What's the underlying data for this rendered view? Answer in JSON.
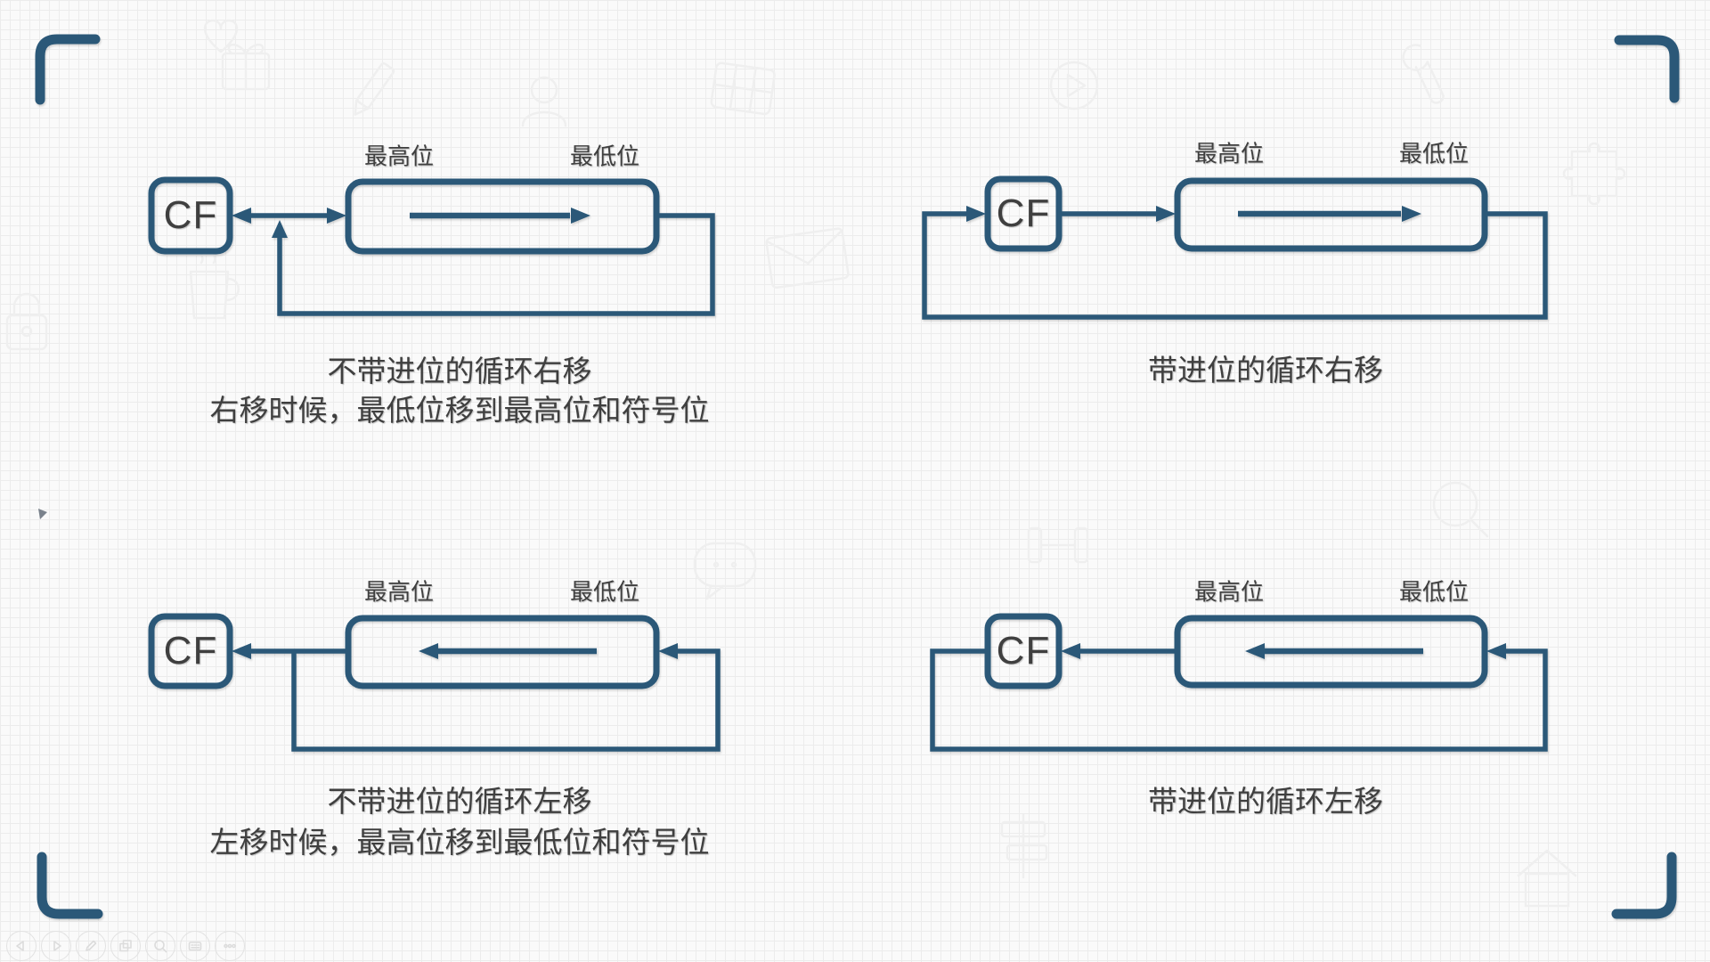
{
  "slide": {
    "diagrams": [
      {
        "name": "rotate-right-without-carry",
        "cf_label": "CF",
        "high_bit_label": "最高位",
        "low_bit_label": "最低位",
        "caption_line1": "不带进位的循环右移",
        "caption_line2": "右移时候，最低位移到最高位和符号位",
        "shift_direction": "right",
        "uses_carry": false
      },
      {
        "name": "rotate-right-with-carry",
        "cf_label": "CF",
        "high_bit_label": "最高位",
        "low_bit_label": "最低位",
        "caption_line1": "带进位的循环右移",
        "shift_direction": "right",
        "uses_carry": true
      },
      {
        "name": "rotate-left-without-carry",
        "cf_label": "CF",
        "high_bit_label": "最高位",
        "low_bit_label": "最低位",
        "caption_line1": "不带进位的循环左移",
        "caption_line2": "左移时候，最高位移到最低位和符号位",
        "shift_direction": "left",
        "uses_carry": false
      },
      {
        "name": "rotate-left-with-carry",
        "cf_label": "CF",
        "high_bit_label": "最高位",
        "low_bit_label": "最低位",
        "caption_line1": "带进位的循环左移",
        "shift_direction": "left",
        "uses_carry": true
      }
    ],
    "colors": {
      "accent_blue": "#2b5878",
      "text_gray": "#3f3f3f",
      "grid_line": "#ececec",
      "background": "#fafafa",
      "toolbar_icon_gray": "#dcdcdc"
    },
    "toolbar_icons": [
      "previous-slide-icon",
      "next-slide-icon",
      "pen-icon",
      "slides-panel-icon",
      "zoom-icon",
      "notes-display-icon",
      "more-options-icon"
    ],
    "background_doodle_icons": [
      "heart-icon",
      "gift-icon",
      "pencil-icon",
      "person-icon",
      "calculator-icon",
      "play-circle-icon",
      "wrench-icon",
      "puzzle-icon",
      "envelope-icon",
      "lock-icon",
      "cup-icon",
      "magnifier-icon",
      "dumbbell-icon",
      "speech-bubble-icon",
      "house-icon",
      "signpost-icon"
    ]
  }
}
